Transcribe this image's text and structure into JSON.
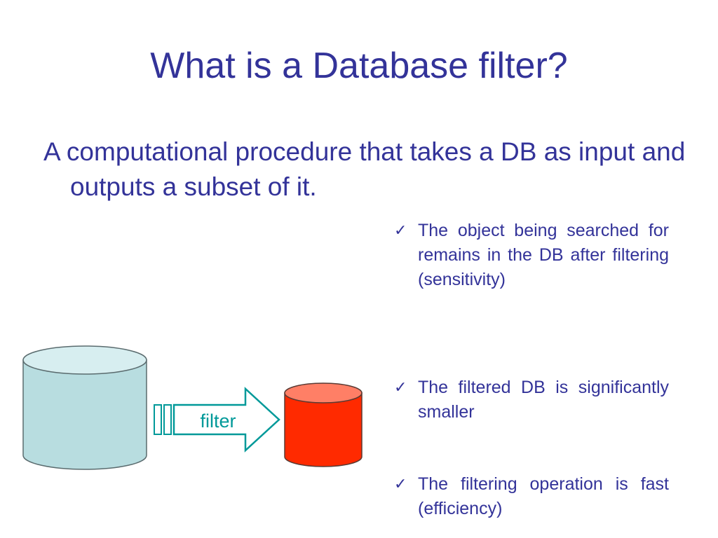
{
  "slide": {
    "title": "What is a Database filter?",
    "lead": "A computational procedure that takes a DB as input and outputs a subset of it."
  },
  "bullets": [
    {
      "icon": "check-icon",
      "text": "The object being searched for remains in the DB after filtering (sensitivity)"
    },
    {
      "icon": "check-icon",
      "text": "The filtered DB is significantly smaller"
    },
    {
      "icon": "check-icon",
      "text": "The filtering operation is fast (efficiency)"
    }
  ],
  "diagram": {
    "arrow_label": "filter"
  },
  "colors": {
    "text": "#333399",
    "large_db_fill": "#b8dde0",
    "large_db_top": "#d7eef0",
    "small_db_fill": "#ff2a00",
    "small_db_top": "#ff7f66",
    "arrow": "#009999"
  }
}
